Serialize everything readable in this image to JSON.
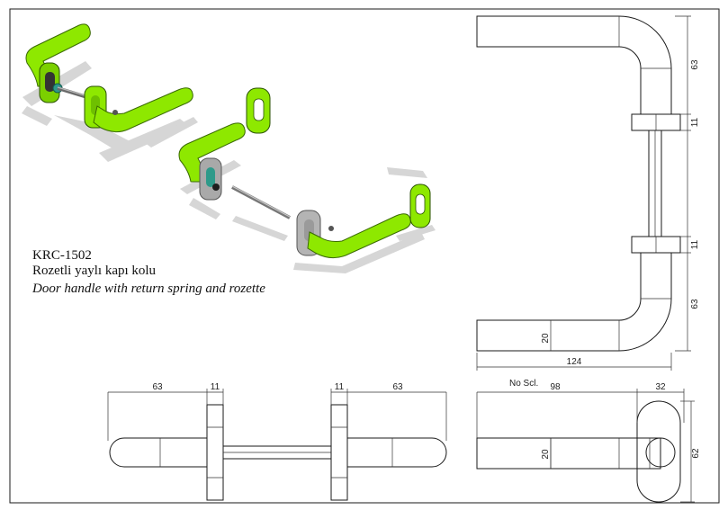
{
  "caption": {
    "code": "KRC-1502",
    "title_tr": "Rozetli yaylı kapı kolu",
    "title_en": "Door handle with return spring and rozette"
  },
  "colors": {
    "handle_green": "#8ee800",
    "rosette_grey": "#b4b4b4",
    "spindle_teal": "#2e9a8a",
    "shadow_grey": "#d4d4d4"
  },
  "dimensions": {
    "right_top_height": "63",
    "right_rosette_top": "11",
    "right_rosette_bottom": "11",
    "right_bottom_height": "63",
    "right_bar_diameter": "20",
    "right_overall_length": "124",
    "bottom_left_length": "63",
    "bottom_left_rosette": "11",
    "bottom_right_rosette": "11",
    "bottom_right_length": "63",
    "plan_note": "No Scl.",
    "plan_length": "98",
    "plan_rosette_width": "32",
    "plan_bar_diameter": "20",
    "plan_rosette_height": "62"
  }
}
